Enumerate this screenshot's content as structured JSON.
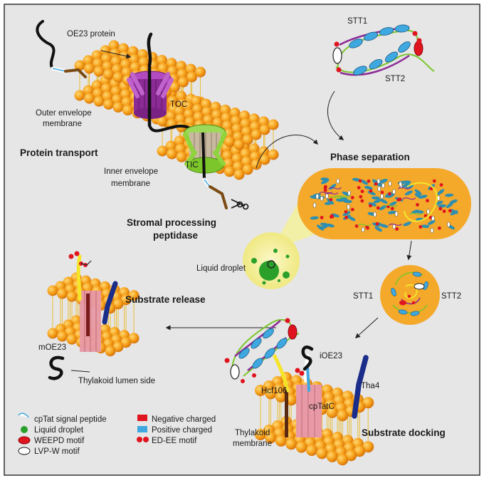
{
  "colors": {
    "panel": "#e6e6e6",
    "border": "#333333",
    "lipid_head": "#f6a21c",
    "lipid_head_edge": "#d46f06",
    "lipid_tail": "#e9bd3a",
    "toc": "#8c2a96",
    "tic": "#7cc62c",
    "tic_pore": "#c9b9a0",
    "dark_blue": "#1b2d8a",
    "cyan": "#3fa8e0",
    "red": "#e0141e",
    "green_droplet": "#2aa02a",
    "droplet_bg": "#f3f09a",
    "cell_orange": "#f4a92a",
    "yellow_strand": "#f5e52a",
    "teal_motif": "#2e8fb0",
    "pink_pore": "#e79aa6",
    "brown": "#7a4a12"
  },
  "labels": {
    "oe23_protein": "OE23 protein",
    "toc": "TOC",
    "tic": "TIC",
    "outer_envelope": "Outer envelope membrane",
    "inner_envelope": "Inner envelope membrane",
    "protein_transport": "Protein transport",
    "stromal_processing_1": "Stromal processing",
    "stromal_processing_2": "peptidase",
    "stt1_top": "STT1",
    "stt2_top": "STT2",
    "phase_separation": "Phase separation",
    "liquid_droplet": "Liquid droplet",
    "stt1_small": "STT1",
    "stt2_small": "STT2",
    "substrate_release": "Substrate release",
    "moe23": "mOE23",
    "thylakoid_lumen_side": "Thylakoid lumen side",
    "ioe23": "iOE23",
    "hcf106": "Hcf106",
    "cptatc": "cpTatC",
    "tha4": "Tha4",
    "thylakoid_membrane_1": "Thylakoid",
    "thylakoid_membrane_2": "membrane",
    "substrate_docking": "Substrate docking"
  },
  "legend": [
    {
      "label": "cpTat signal peptide",
      "icon": "cptat-signal-peptide-icon"
    },
    {
      "label": "Negative charged",
      "icon": "negative-charged-icon"
    },
    {
      "label": "Liquid droplet",
      "icon": "liquid-droplet-icon"
    },
    {
      "label": "Positive charged",
      "icon": "positive-charged-icon"
    },
    {
      "label": "WEEPD motif",
      "icon": "weepd-motif-icon"
    },
    {
      "label": "ED-EE motif",
      "icon": "ed-ee-motif-icon"
    },
    {
      "label": "LVP-W motif",
      "icon": "lvp-w-motif-icon"
    }
  ]
}
